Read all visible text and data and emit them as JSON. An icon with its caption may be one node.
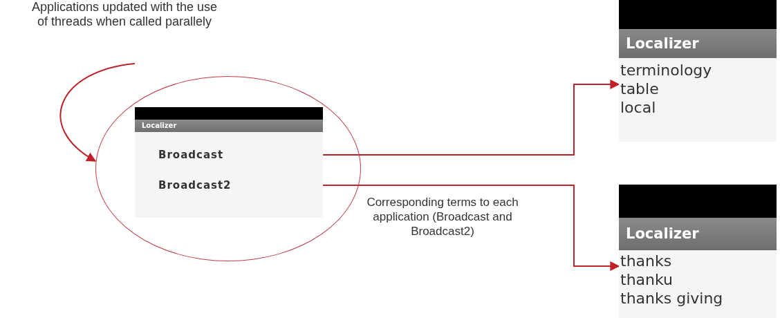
{
  "diagram": {
    "nodes": [
      {
        "text": [
          "Applications updated with the use of threads when called parallely"
        ]
      },
      {
        "text": [],
        "shape": "circle"
      },
      {
        "text": [
          "Localizer"
        ],
        "in": 1
      },
      {
        "text": [
          "Broadcast"
        ],
        "in": 2
      },
      {
        "text": [
          "Broadcast2"
        ],
        "in": 2
      },
      {
        "text": [
          "Localizer",
          "terminology",
          "table",
          "local"
        ]
      },
      {
        "text": [
          "Localizer",
          "thanks",
          "thanku",
          "thanks giving"
        ]
      }
    ],
    "edges": [
      {
        "from": 0,
        "to": 1,
        "arrow": "to"
      },
      {
        "from": 3,
        "to": 5,
        "arrow": "to"
      },
      {
        "from": 4,
        "to": 6,
        "arrow": "to"
      }
    ],
    "labels": [
      "Corresponding terms to each application (Broadcast and Broadcast2)"
    ]
  }
}
